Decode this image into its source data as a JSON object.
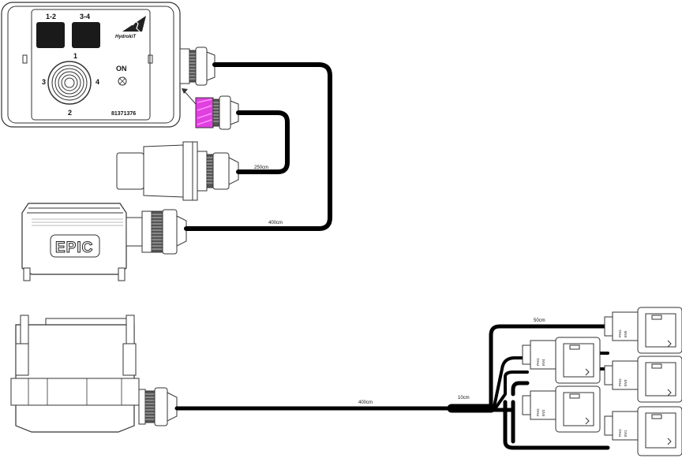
{
  "control_box": {
    "button_top_left": "1-2",
    "button_top_right": "3-4",
    "joystick_top": "1",
    "joystick_left": "3",
    "joystick_right": "4",
    "joystick_bottom": "2",
    "on_label": "ON",
    "logo_text": "HydrokiT",
    "part_number": "81371376"
  },
  "cables": {
    "sensor_length": "250cm",
    "epic_length": "400cm",
    "main_length": "400cm",
    "split_length": "10cm",
    "branch_length": "50cm"
  },
  "epic_connector": {
    "label": "EPIC"
  },
  "valves": [
    {
      "id": "ev5",
      "line1": "PHG",
      "line2": "EV5"
    },
    {
      "id": "ev4",
      "line1": "PHG",
      "line2": "EV4"
    },
    {
      "id": "ev3",
      "line1": "PHG",
      "line2": "EV3"
    },
    {
      "id": "ev2",
      "line1": "PHG",
      "line2": "EV2"
    },
    {
      "id": "ev1",
      "line1": "PHG",
      "line2": "EV1"
    }
  ],
  "colors": {
    "cable": "#000000",
    "highlight": "#e040e0",
    "outline": "#333333"
  }
}
